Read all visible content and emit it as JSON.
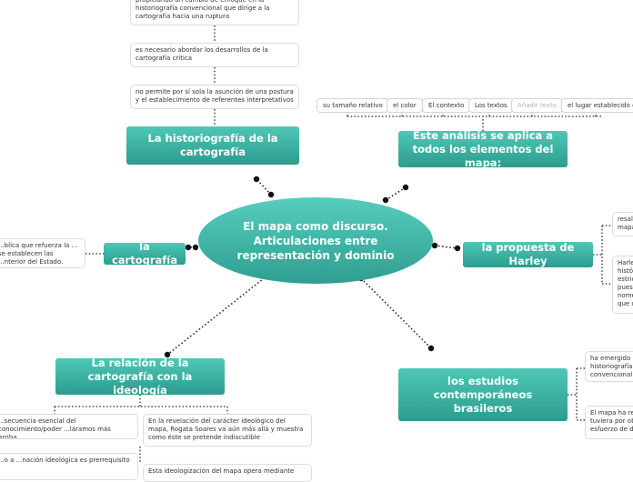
{
  "central": "El mapa como discurso. Articulaciones entre representación y dominio",
  "topics": {
    "historiografia": "La historiografía de la cartografía",
    "analisis": "Este análisis se aplica a todos los elementos del mapa:",
    "cartografia": "la cartografía",
    "harley": "la propuesta de Harley",
    "ideologia": "La relación de la cartografía con la ideología",
    "estudios": "los estudios contemporáneos brasileros"
  },
  "notes": {
    "top1": "propiciando un cambio de enfoque en la historiografía convencional que dirige a la cartografía hacia una ruptura",
    "top2": "es necesario abordar los desarrollos de la cartografía crítica",
    "top3": "no permite por sí sola la asunción de una postura y el establecimiento de referentes interpretativos",
    "left": "...blica que refuerza la ... se establecen las ...nterior del Estado.",
    "right1": "resal... mapa...",
    "right2": "Harle... histó... estric... pues... nome... que c...",
    "right3": "ha emergido u... historiografía ... convencional.",
    "right4": "El mapa ha re... tuviera por ob... esfuerzo de d...",
    "bottom1": "...secuencia esencial del conocimiento/poder ...láramos más arriba.",
    "bottom2": "En la revelación del carácter ideológico del mapa, Rogata Soares va aún más allá y muestra como éste se pretende indiscutible",
    "bottom3": "...o a ...nación ideológica es prerrequisito",
    "bottom4": "Esta ideologización del mapa opera mediante"
  },
  "chips": [
    "su tamaño relativo",
    "el color",
    "El contexto",
    "Los textos",
    "Añadir texto",
    "el lugar establecido con"
  ]
}
